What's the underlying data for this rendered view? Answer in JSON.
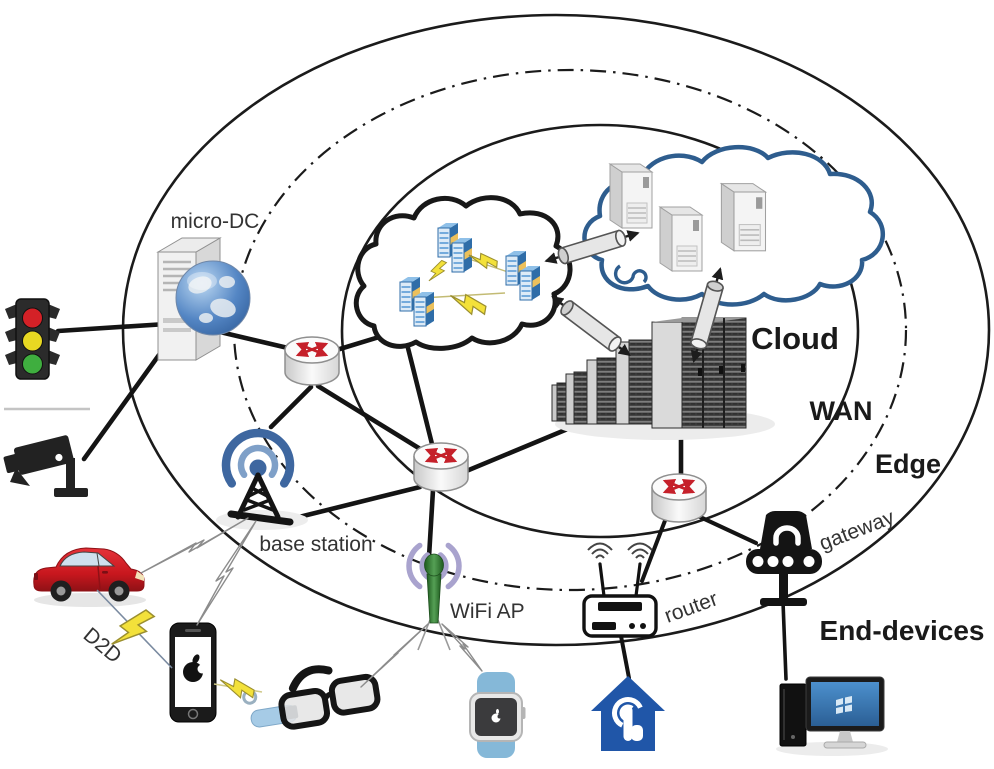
{
  "figure": {
    "name": "edge-computing-architecture-diagram",
    "zones": [
      {
        "id": "cloud",
        "label": "Cloud"
      },
      {
        "id": "wan",
        "label": "WAN"
      },
      {
        "id": "edge",
        "label": "Edge"
      },
      {
        "id": "end-devices",
        "label": "End-devices"
      }
    ],
    "labels": {
      "micro_dc": "micro-DC",
      "base_station": "base station",
      "wifi_ap": "WiFi AP",
      "router": "router",
      "gateway": "gateway",
      "d2d": "D2D"
    },
    "icons": [
      "traffic-light-icon",
      "surveillance-camera-icon",
      "micro-dc-icon",
      "router-icon",
      "edge-cloud-icon",
      "cloud-datacenter-icon",
      "server-rack-icon",
      "base-station-icon",
      "wifi-ap-icon",
      "wifi-router-icon",
      "gateway-icon",
      "smart-home-icon",
      "desktop-pc-icon",
      "smartphone-icon",
      "car-icon",
      "smart-glasses-icon",
      "smartwatch-icon",
      "pipe-link-icon",
      "lightning-bolt-icon",
      "wireless-link-icon"
    ],
    "colors": {
      "outline": "#1a1a1a",
      "cloud_outline_blue": "#2e5d8e",
      "lightning_yellow": "#f3e13a",
      "base_station_blue": "#3e67a0",
      "wifi_ap_green": "#2e7d32",
      "wifi_arc_purple": "#a9a3ce",
      "car_red": "#c8171e",
      "home_blue": "#2056a8",
      "watch_band_blue": "#85b8d8",
      "router_arrow_red": "#c5202a",
      "pc_screen_blue": "#3579b8"
    }
  }
}
